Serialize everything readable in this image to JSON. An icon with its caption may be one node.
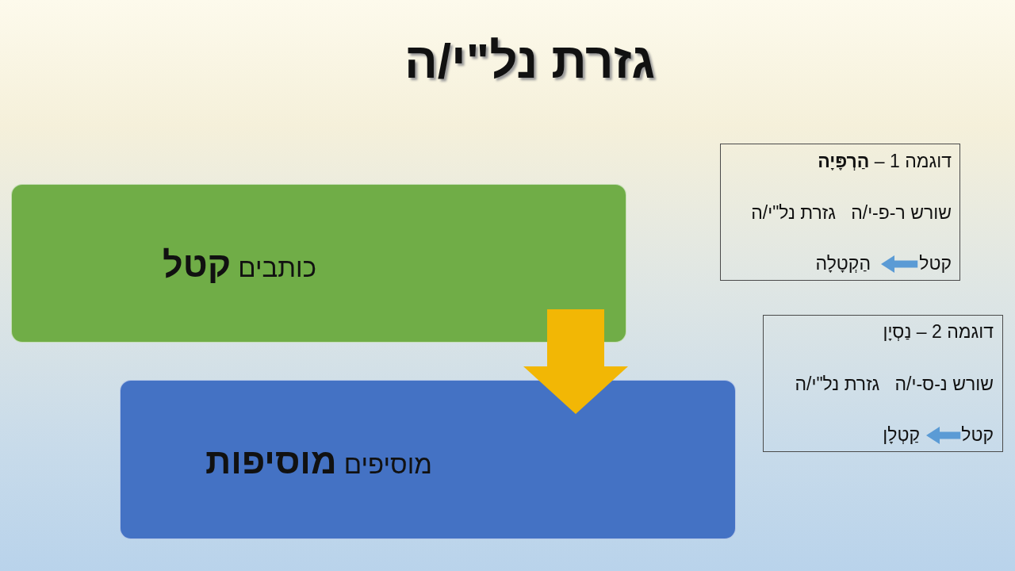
{
  "diagram": {
    "title": "גזרת נל\"י/ה",
    "nodes": [
      {
        "text": [
          "כותבים **קטל**"
        ]
      },
      {
        "text": [
          "מוסיפים **מוסיפות**"
        ]
      },
      {
        "text": [
          "דוגמה 1 – **הַרְפָּיָה**",
          "שורש ר-פ-י/ה   גזרת נל\"י/ה"
        ]
      },
      {
        "text": [
          "קטל"
        ],
        "in": 2
      },
      {
        "text": [
          "הַקְטָלָה"
        ],
        "in": 2
      },
      {
        "text": [
          "דוגמה 2 – נַסְיָן",
          "שורש נ-ס-י/ה   גזרת נל\"י/ה"
        ]
      },
      {
        "text": [
          "קטל"
        ],
        "in": 5
      },
      {
        "text": [
          "קַטְלָן"
        ],
        "in": 5
      }
    ],
    "edges": [
      {
        "from": 0,
        "to": 1,
        "arrow": "to",
        "style": "thick",
        "color": "#f2b705"
      },
      {
        "from": 3,
        "to": 4,
        "arrow": "to"
      },
      {
        "from": 6,
        "to": 7,
        "arrow": "to"
      }
    ]
  }
}
